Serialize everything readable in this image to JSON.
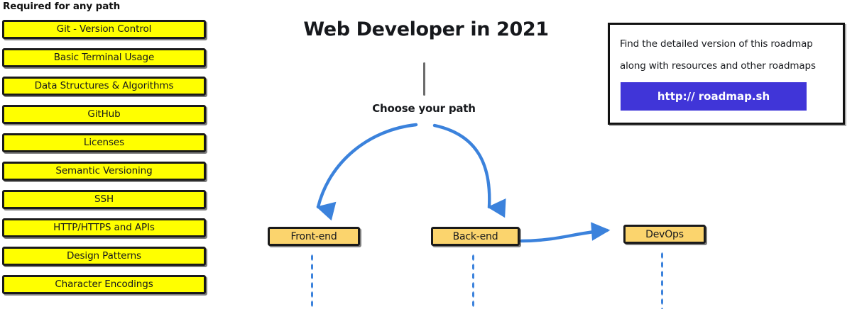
{
  "page": {
    "title": "Web Developer in 2021",
    "background_color": "#ffffff"
  },
  "colors": {
    "required_box_fill": "#ffff00",
    "required_box_border": "#1a1a1a",
    "path_node_fill": "#fbd46d",
    "path_node_border": "#1a1a1a",
    "arrow_blue": "#3b82dc",
    "link_button_blue": "#4035d8",
    "stem_gray": "#6b6b6b",
    "text_black": "#16181c"
  },
  "required_section": {
    "heading": "Required for any path",
    "items": [
      {
        "label": "Git - Version Control"
      },
      {
        "label": "Basic Terminal Usage"
      },
      {
        "label": "Data Structures & Algorithms"
      },
      {
        "label": "GitHub"
      },
      {
        "label": "Licenses"
      },
      {
        "label": "Semantic Versioning"
      },
      {
        "label": "SSH"
      },
      {
        "label": "HTTP/HTTPS and APIs"
      },
      {
        "label": "Design Patterns"
      },
      {
        "label": "Character Encodings"
      }
    ]
  },
  "center": {
    "title": "Web Developer in 2021",
    "choose_path_label": "Choose your path",
    "nodes": [
      {
        "id": "frontend",
        "label": "Front-end"
      },
      {
        "id": "backend",
        "label": "Back-end"
      },
      {
        "id": "devops",
        "label": "DevOps"
      }
    ]
  },
  "info_box": {
    "line_1": "Find the detailed version of this roadmap",
    "line_2": "along with resources and other roadmaps",
    "link_label": "http:// roadmap.sh"
  }
}
